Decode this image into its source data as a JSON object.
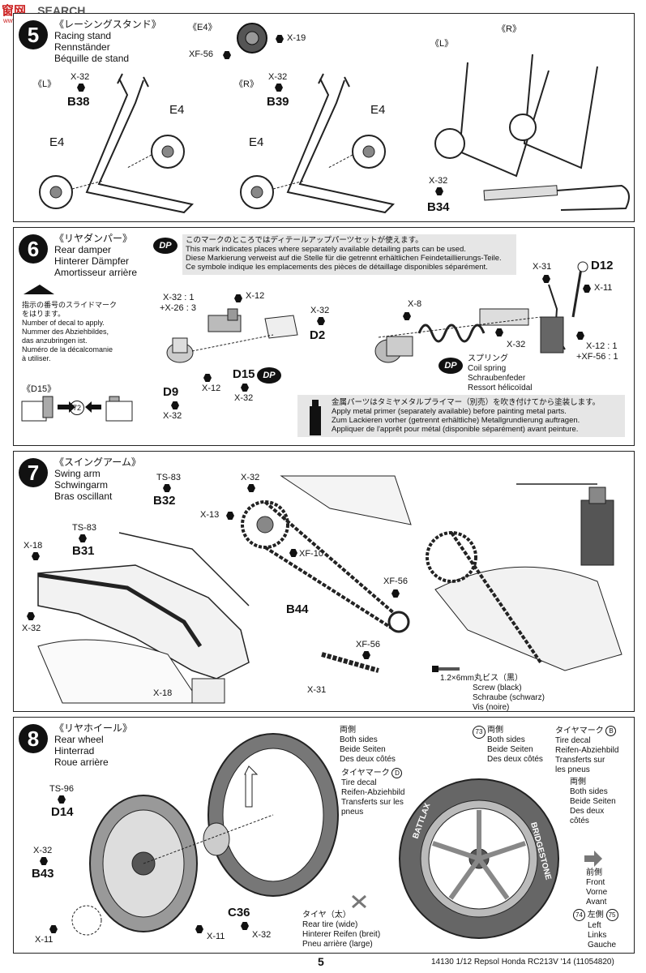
{
  "watermark": "SEARCH",
  "watermark_cn": "窗网",
  "watermark_domain": "www.nnmmms.com",
  "step5": {
    "number": "5",
    "title_jp": "《レーシングスタンド》",
    "title_en": "Racing stand",
    "title_de": "Rennständer",
    "title_fr": "Béquille de stand",
    "left_tag": "《L》",
    "right_tag": "《R》",
    "e4_tag": "《E4》",
    "left_tag2": "《L》",
    "right_tag2": "《R》",
    "x19": "X-19",
    "xf56": "XF-56",
    "x32_a": "X-32",
    "b38": "B38",
    "x32_b": "X-32",
    "b39": "B39",
    "e4_a": "E4",
    "e4_b": "E4",
    "e4_c": "E4",
    "e4_d": "E4",
    "x32_c": "X-32",
    "b34": "B34"
  },
  "step6": {
    "number": "6",
    "title_jp": "《リヤダンパー》",
    "title_en": "Rear damper",
    "title_de": "Hinterer Dämpfer",
    "title_fr": "Amortisseur arrière",
    "dp_mark": "DP",
    "dp_note_jp": "このマークのところではディテールアップパーツセットが使えます。",
    "dp_note_en": "This mark indicates places where separately available detailing parts can be used.",
    "dp_note_de": "Diese Markierung verweist auf die Stelle für die getrennt erhältlichen Feindetaillierungs-Teile.",
    "dp_note_fr": "Ce symbole indique les emplacements des pièces de détaillage disponibles séparément.",
    "slide_jp1": "指示の番号のスライドマーク",
    "slide_jp2": "をはります。",
    "slide_en1": "Number of decal to apply.",
    "slide_de1": "Nummer des Abziehbildes,",
    "slide_de2": "das anzubringen ist.",
    "slide_fr1": "Numéro de la décalcomanie",
    "slide_fr2": "à utiliser.",
    "d15_tag": "《D15》",
    "decal72": "72",
    "mix_1": "X-32 : 1",
    "mix_2": "+X-26 : 3",
    "x12_a": "X-12",
    "x32_d": "X-32",
    "d2": "D2",
    "d9": "D9",
    "x32_e": "X-32",
    "x12_b": "X-12",
    "d15": "D15",
    "x32_f": "X-32",
    "x8": "X-8",
    "x31": "X-31",
    "d12": "D12",
    "x11": "X-11",
    "x32_g": "X-32",
    "mix_3": "X-12 : 1",
    "mix_4": "+XF-56 : 1",
    "spring_jp": "スプリング",
    "spring_en": "Coil spring",
    "spring_de": "Schraubenfeder",
    "spring_fr": "Ressort hélicoïdal",
    "primer_jp": "金属パーツはタミヤメタルプライマー（別売）を吹き付けてから塗装します。",
    "primer_en": "Apply metal primer (separately available) before painting metal parts.",
    "primer_de": "Zum Lackieren vorher (getrennt erhältliche) Metallgrundierung auftragen.",
    "primer_fr": "Appliquer de l'apprêt pour métal (disponible séparément) avant peinture."
  },
  "step7": {
    "number": "7",
    "title_jp": "《スイングアーム》",
    "title_en": "Swing arm",
    "title_de": "Schwingarm",
    "title_fr": "Bras oscillant",
    "ts83_a": "TS-83",
    "b32": "B32",
    "ts83_b": "TS-83",
    "b31": "B31",
    "x18_a": "X-18",
    "x32_h": "X-32",
    "x18_b": "X-18",
    "x32_i": "X-32",
    "x13": "X-13",
    "xf10": "XF-10",
    "xf56_a": "XF-56",
    "b44": "B44",
    "xf56_b": "XF-56",
    "x31_b": "X-31",
    "screw_jp": "1.2×6mm丸ビス（黒）",
    "screw_en": "Screw (black)",
    "screw_de": "Schraube (schwarz)",
    "screw_fr": "Vis (noire)"
  },
  "step8": {
    "number": "8",
    "title_jp": "《リヤホイール》",
    "title_en": "Rear wheel",
    "title_de": "Hinterrad",
    "title_fr": "Roue arrière",
    "ts96": "TS-96",
    "d14": "D14",
    "x32_j": "X-32",
    "b43": "B43",
    "x11_a": "X-11",
    "x11_b": "X-11",
    "c36": "C36",
    "x32_k": "X-32",
    "tire_jp": "タイヤ（太）",
    "tire_en": "Rear tire (wide)",
    "tire_de": "Hinterer Reifen (breit)",
    "tire_fr": "Pneu arrière (large)",
    "both_jp": "両側",
    "both_en": "Both sides",
    "both_de": "Beide Seiten",
    "both_fr": "Des deux côtés",
    "decal73": "73",
    "both2_jp": "両側",
    "both2_en": "Both sides",
    "both2_de": "Beide Seiten",
    "both2_fr": "Des deux côtés",
    "tiremark_b_jp": "タイヤマーク",
    "tiremark_b_letter": "B",
    "tiremark_b_en": "Tire decal",
    "tiremark_b_de": "Reifen-Abziehbild",
    "tiremark_b_fr1": "Transferts sur",
    "tiremark_b_fr2": "les pneus",
    "both3_jp": "両側",
    "both3_en": "Both sides",
    "both3_de": "Beide Seiten",
    "both3_fr1": "Des deux",
    "both3_fr2": "côtés",
    "tiremark_d_jp": "タイヤマーク",
    "tiremark_d_letter": "D",
    "tiremark_d_en": "Tire decal",
    "tiremark_d_de": "Reifen-Abziehbild",
    "tiremark_d_fr1": "Transferts sur les",
    "tiremark_d_fr2": "pneus",
    "front_jp": "前側",
    "front_en": "Front",
    "front_de": "Vorne",
    "front_fr": "Avant",
    "decal74": "74",
    "left_jp": "左側",
    "decal75": "75",
    "left_en": "Left",
    "left_de": "Links",
    "left_fr": "Gauche",
    "sidewall_text_1": "BATTLAX",
    "sidewall_text_2": "BRIDGESTONE"
  },
  "footer": {
    "page": "5",
    "product": "14130  1/12 Repsol Honda RC213V '14 (11054820)"
  }
}
